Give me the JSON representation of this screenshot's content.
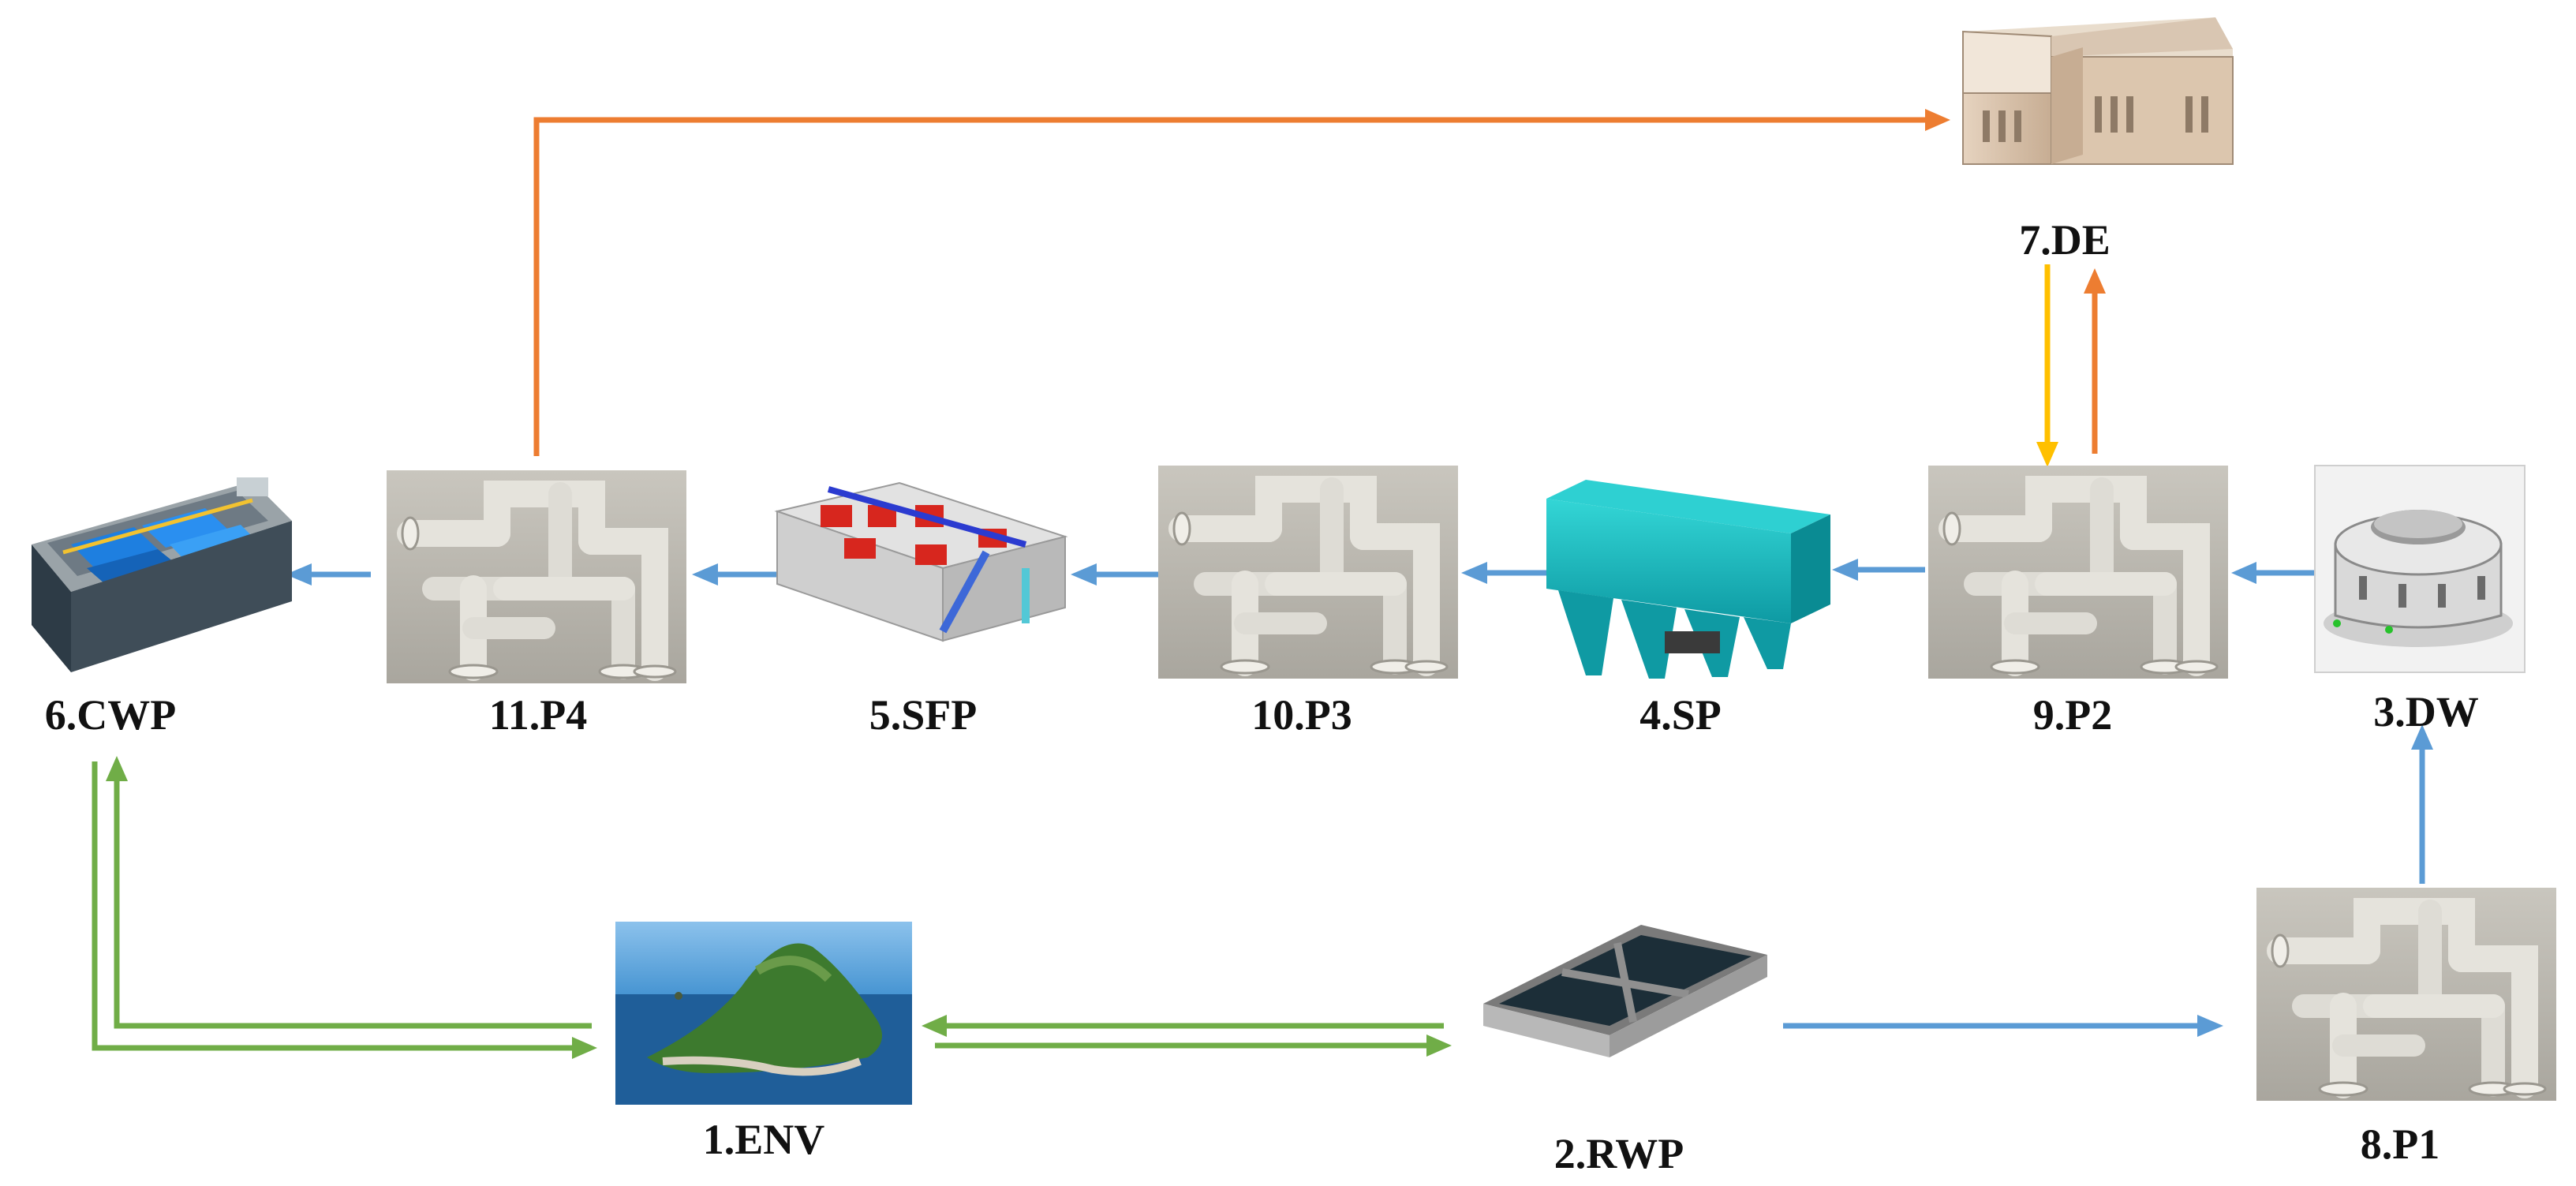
{
  "diagram": {
    "nodes": [
      {
        "id": "ENV",
        "label": "1.ENV",
        "icon": "island-photo-icon"
      },
      {
        "id": "RWP",
        "label": "2.RWP",
        "icon": "raw-water-pool-icon"
      },
      {
        "id": "DW",
        "label": "3.DW",
        "icon": "distribution-well-icon"
      },
      {
        "id": "SP",
        "label": "4.SP",
        "icon": "sedimentation-tank-icon"
      },
      {
        "id": "SFP",
        "label": "5.SFP",
        "icon": "sand-filter-plant-icon"
      },
      {
        "id": "CWP",
        "label": "6.CWP",
        "icon": "clear-water-pool-icon"
      },
      {
        "id": "DE",
        "label": "7.DE",
        "icon": "building-icon"
      },
      {
        "id": "P1",
        "label": "8.P1",
        "icon": "pipe-assembly-icon"
      },
      {
        "id": "P2",
        "label": "9.P2",
        "icon": "pipe-assembly-icon"
      },
      {
        "id": "P3",
        "label": "10.P3",
        "icon": "pipe-assembly-icon"
      },
      {
        "id": "P4",
        "label": "11.P4",
        "icon": "pipe-assembly-icon"
      }
    ],
    "colors": {
      "blue": "#5b9bd5",
      "green": "#70ad47",
      "orange": "#ed7d31",
      "yellow": "#ffc000"
    },
    "edges": [
      {
        "from": "RWP",
        "to": "P1",
        "color": "blue"
      },
      {
        "from": "P1",
        "to": "DW",
        "color": "blue"
      },
      {
        "from": "DW",
        "to": "P2",
        "color": "blue"
      },
      {
        "from": "P2",
        "to": "SP",
        "color": "blue"
      },
      {
        "from": "SP",
        "to": "P3",
        "color": "blue"
      },
      {
        "from": "P3",
        "to": "SFP",
        "color": "blue"
      },
      {
        "from": "SFP",
        "to": "P4",
        "color": "blue"
      },
      {
        "from": "P4",
        "to": "CWP",
        "color": "blue"
      },
      {
        "from": "P4",
        "to": "DE",
        "color": "orange"
      },
      {
        "from": "DE",
        "to": "P2",
        "color": "yellow"
      },
      {
        "from": "P2",
        "to": "DE",
        "color": "orange"
      },
      {
        "from": "RWP",
        "to": "ENV",
        "color": "green"
      },
      {
        "from": "ENV",
        "to": "RWP",
        "color": "green"
      },
      {
        "from": "ENV",
        "to": "CWP",
        "color": "green"
      },
      {
        "from": "CWP",
        "to": "ENV",
        "color": "green"
      }
    ]
  }
}
